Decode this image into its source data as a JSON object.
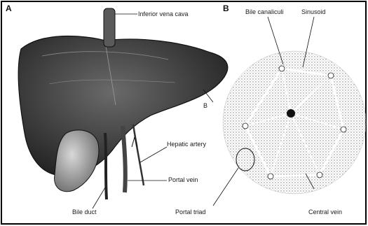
{
  "figure": {
    "colors": {
      "ink": "#1a1a1a",
      "liver_dark": "#2f2f2f",
      "liver_mid": "#5a5a5a",
      "lobule_stipple": "#8a8a8a",
      "paper": "#ffffff",
      "border": "#000000"
    },
    "panel_a": {
      "letter": "A",
      "labels": {
        "inferior_vena_cava": "Inferior vena cava",
        "b_marker": "B",
        "hepatic_artery": "Hepatic artery",
        "portal_vein": "Portal vein",
        "bile_duct": "Bile duct"
      }
    },
    "panel_b": {
      "letter": "B",
      "labels": {
        "bile_canaliculi": "Bile canaliculi",
        "sinusoid": "Sinusoid",
        "portal_triad": "Portal triad",
        "central_vein": "Central vein"
      }
    }
  }
}
